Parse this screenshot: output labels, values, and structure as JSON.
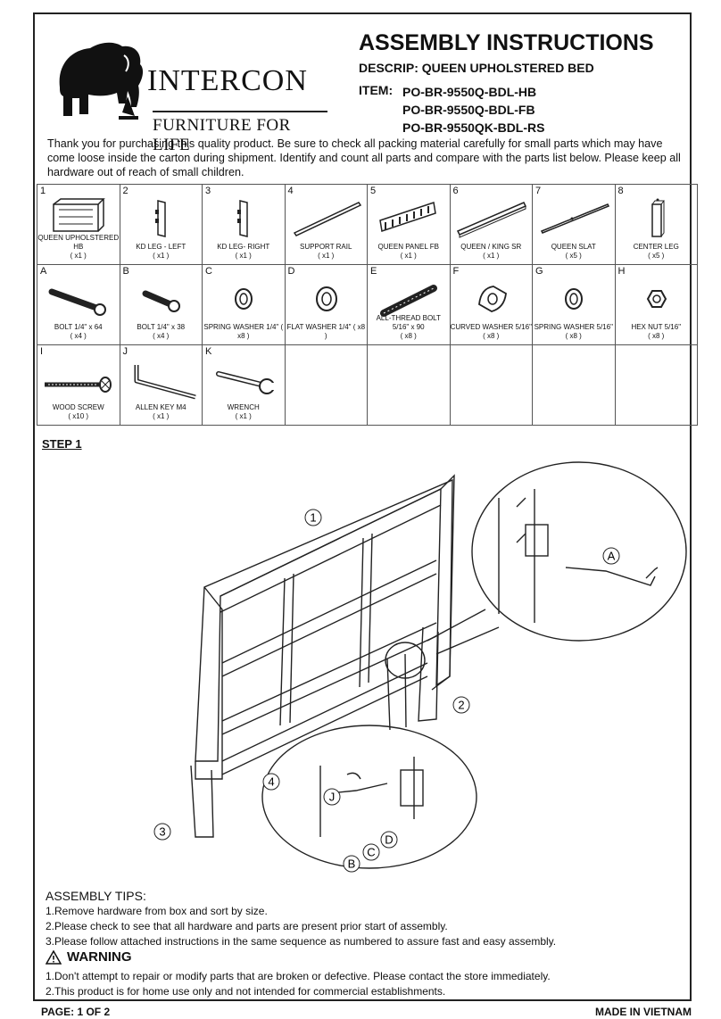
{
  "header": {
    "brand": "INTERCON",
    "tagline": "FURNITURE FOR LIFE",
    "title": "ASSEMBLY INSTRUCTIONS",
    "descrip": "DESCRIP: QUEEN UPHOLSTERED BED",
    "item_label": "ITEM:",
    "item_codes": [
      "PO-BR-9550Q-BDL-HB",
      "PO-BR-9550Q-BDL-FB",
      "PO-BR-9550QK-BDL-RS"
    ]
  },
  "intro": "Thank you for purchasing this quality product. Be sure to check all packing material carefully for small parts which may have come loose inside the carton during shipment. Identify and count all parts and compare with the parts list below. Please keep all hardware out of reach of small children.",
  "parts_rows": [
    [
      {
        "id": "1",
        "name": "QUEEN UPHOLSTERED HB",
        "qty": "( x1 )",
        "icon": "headboard-icon"
      },
      {
        "id": "2",
        "name": "KD LEG - LEFT",
        "qty": "( x1 )",
        "icon": "kd-leg-icon"
      },
      {
        "id": "3",
        "name": "KD LEG- RIGHT",
        "qty": "( x1 )",
        "icon": "kd-leg-icon"
      },
      {
        "id": "4",
        "name": "SUPPORT RAIL",
        "qty": "( x1 )",
        "icon": "rail-icon"
      },
      {
        "id": "5",
        "name": "QUEEN PANEL FB",
        "qty": "( x1 )",
        "icon": "footboard-icon"
      },
      {
        "id": "6",
        "name": "QUEEN / KING SR",
        "qty": "( x1 )",
        "icon": "side-rail-icon"
      },
      {
        "id": "7",
        "name": "QUEEN SLAT",
        "qty": "( x5 )",
        "icon": "slat-icon"
      },
      {
        "id": "8",
        "name": "CENTER LEG",
        "qty": "( x5 )",
        "icon": "center-leg-icon"
      }
    ],
    [
      {
        "id": "A",
        "name": "BOLT  1/4\" x 64",
        "qty": "( x4 )",
        "icon": "bolt-icon"
      },
      {
        "id": "B",
        "name": "BOLT  1/4\" x 38",
        "qty": "( x4 )",
        "icon": "bolt-short-icon"
      },
      {
        "id": "C",
        "name": "SPRING WASHER 1/4\"  ( x8 )",
        "qty": "",
        "icon": "spring-washer-icon"
      },
      {
        "id": "D",
        "name": "FLAT WASHER 1/4\"  ( x8 )",
        "qty": "",
        "icon": "flat-washer-icon"
      },
      {
        "id": "E",
        "name": "ALL-THREAD BOLT 5/16\" x 90",
        "qty": "( x8 )",
        "icon": "thread-bolt-icon"
      },
      {
        "id": "F",
        "name": "CURVED WASHER 5/16\"  ( x8 )",
        "qty": "",
        "icon": "curved-washer-icon"
      },
      {
        "id": "G",
        "name": "SPRING WASHER 5/16\"  ( x8 )",
        "qty": "",
        "icon": "spring-washer-icon"
      },
      {
        "id": "H",
        "name": "HEX NUT  5/16\"",
        "qty": "( x8 )",
        "icon": "hex-nut-icon"
      }
    ],
    [
      {
        "id": "I",
        "name": "WOOD SCREW",
        "qty": "( x10 )",
        "icon": "wood-screw-icon"
      },
      {
        "id": "J",
        "name": "ALLEN KEY  M4",
        "qty": "( x1 )",
        "icon": "allen-key-icon"
      },
      {
        "id": "K",
        "name": "WRENCH",
        "qty": "( x1 )",
        "icon": "wrench-icon"
      },
      {
        "id": "",
        "name": "",
        "qty": "",
        "icon": ""
      },
      {
        "id": "",
        "name": "",
        "qty": "",
        "icon": ""
      },
      {
        "id": "",
        "name": "",
        "qty": "",
        "icon": ""
      },
      {
        "id": "",
        "name": "",
        "qty": "",
        "icon": ""
      },
      {
        "id": "",
        "name": "",
        "qty": "",
        "icon": ""
      }
    ]
  ],
  "step": {
    "title": "STEP 1",
    "callouts": [
      "1",
      "2",
      "3",
      "4",
      "A",
      "B",
      "C",
      "D",
      "J"
    ]
  },
  "tips": {
    "heading": "ASSEMBLY TIPS:",
    "items": [
      "1.Remove hardware from box and sort by size.",
      "2.Please check to see that all hardware and parts are present prior start of assembly.",
      "3.Please follow attached instructions in the same sequence as numbered to assure fast and easy assembly."
    ]
  },
  "warning": {
    "heading": "WARNING",
    "items": [
      "1.Don't attempt to repair or modify parts that are broken or defective. Please contact the store immediately.",
      "2.This product is for home use only and not intended for commercial establishments."
    ]
  },
  "footer": {
    "page": "PAGE: 1 OF 2",
    "made_in": "MADE IN VIETNAM"
  }
}
